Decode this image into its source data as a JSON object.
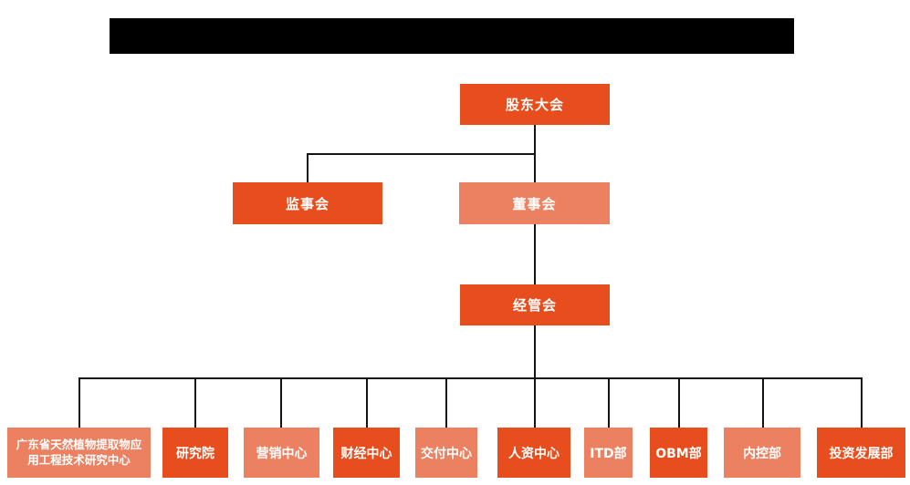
{
  "colors": {
    "primary": "#E84E1D",
    "secondary": "#EC8161",
    "line": "#141414",
    "text_on_node": "#FFFFFF",
    "redaction": "#000000"
  },
  "org_chart": {
    "root": {
      "label": "股东大会",
      "variant": "primary"
    },
    "level2": [
      {
        "label": "监事会",
        "variant": "primary"
      },
      {
        "label": "董事会",
        "variant": "secondary"
      }
    ],
    "level3": {
      "label": "经管会",
      "variant": "primary"
    },
    "departments": [
      {
        "label": "广东省天然植物提取物应用工程技术研究中心",
        "variant": "secondary"
      },
      {
        "label": "研究院",
        "variant": "primary"
      },
      {
        "label": "营销中心",
        "variant": "secondary"
      },
      {
        "label": "财经中心",
        "variant": "primary"
      },
      {
        "label": "交付中心",
        "variant": "secondary"
      },
      {
        "label": "人资中心",
        "variant": "primary"
      },
      {
        "label": "ITD部",
        "variant": "secondary"
      },
      {
        "label": "OBM部",
        "variant": "primary"
      },
      {
        "label": "内控部",
        "variant": "secondary"
      },
      {
        "label": "投资发展部",
        "variant": "primary"
      }
    ]
  }
}
